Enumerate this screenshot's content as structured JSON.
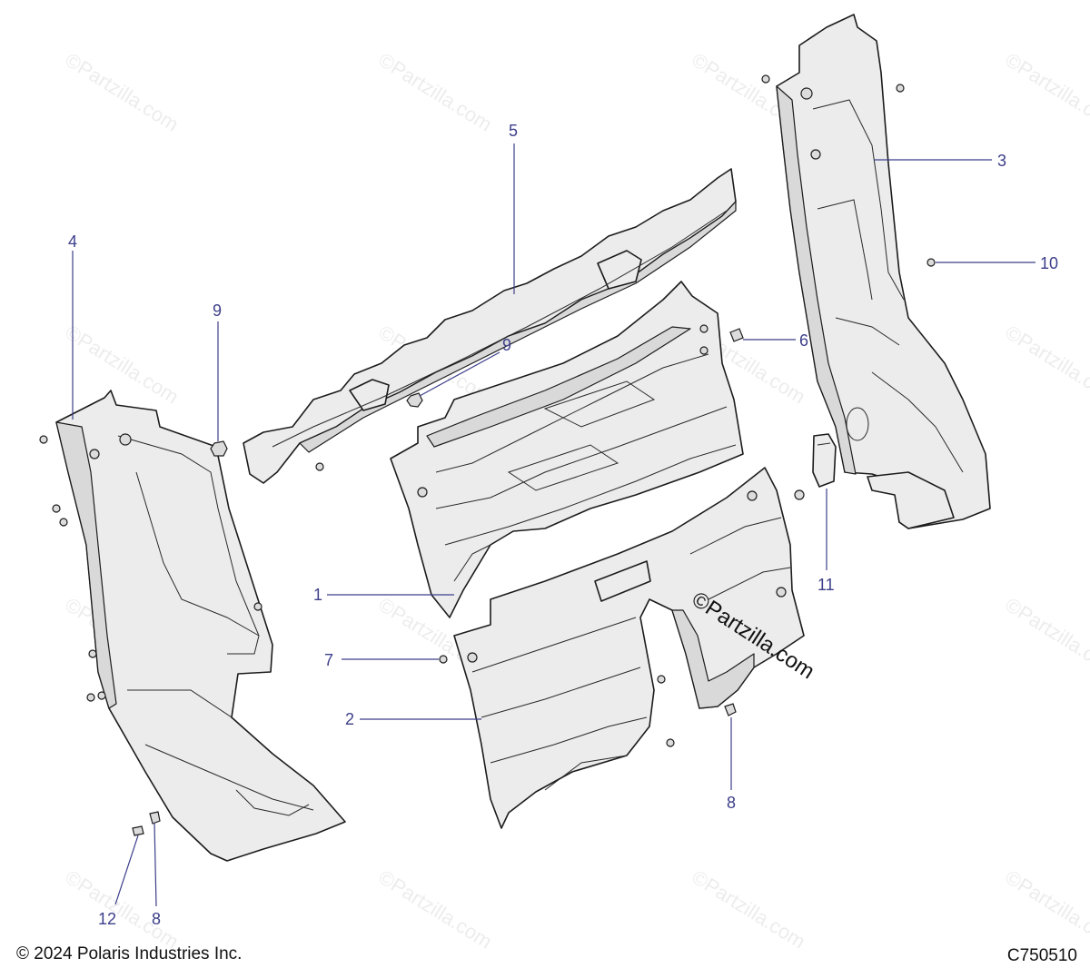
{
  "callouts": [
    {
      "id": "1",
      "label": "1"
    },
    {
      "id": "2",
      "label": "2"
    },
    {
      "id": "3",
      "label": "3"
    },
    {
      "id": "4",
      "label": "4"
    },
    {
      "id": "5",
      "label": "5"
    },
    {
      "id": "6",
      "label": "6"
    },
    {
      "id": "7",
      "label": "7"
    },
    {
      "id": "8a",
      "label": "8"
    },
    {
      "id": "8b",
      "label": "8"
    },
    {
      "id": "9a",
      "label": "9"
    },
    {
      "id": "9b",
      "label": "9"
    },
    {
      "id": "10",
      "label": "10"
    },
    {
      "id": "11",
      "label": "11"
    },
    {
      "id": "12",
      "label": "12"
    }
  ],
  "watermark": {
    "main": "©Partzilla.com",
    "tile": "©Partzilla.com"
  },
  "footer": {
    "copyright": "© 2024 Polaris Industries Inc.",
    "drawing_id": "C750510"
  },
  "colors": {
    "callout": "#3d3f8a",
    "part_fill": "#ececec",
    "outline": "#1c1c1c"
  }
}
